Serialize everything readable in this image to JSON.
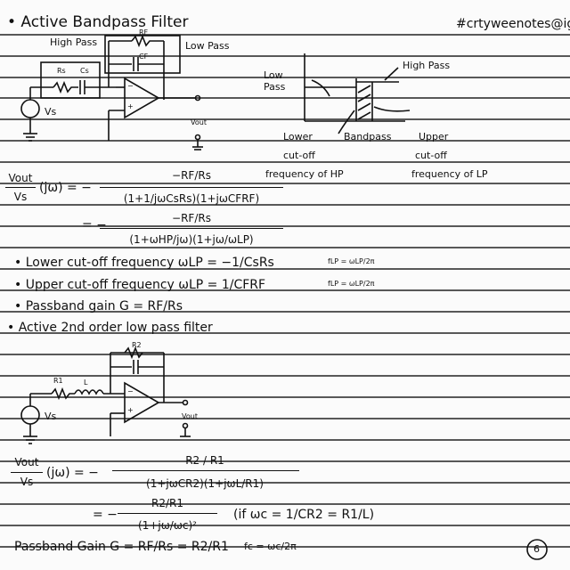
{
  "header": {
    "title": "• Active Bandpass Filter",
    "tag": "#crtyweenotes@ig"
  },
  "circuit1": {
    "high_pass": "High Pass",
    "low_pass": "Low Pass",
    "rf": "RF",
    "cf": "CF",
    "rs": "Rs",
    "cs": "Cs",
    "vs": "Vs",
    "vout": "Vout",
    "minus": "−",
    "plus": "+"
  },
  "bode": {
    "low_pass": "Low\nPass",
    "high_pass": "High Pass",
    "lower": "Lower",
    "cutoff1": "cut-off",
    "freq_hp": "frequency of HP",
    "bandpass": "Bandpass",
    "upper": "Upper",
    "cutoff2": "cut-off",
    "freq_lp": "frequency of LP"
  },
  "eq1": {
    "lhs_num": "Vout",
    "lhs_den": "Vs",
    "jw": "(jω) = −",
    "num1": "−RF/Rs",
    "den1": "(1+1/jωCsRs)(1+jωCFRF)",
    "eq2": "= −",
    "num2": "−RF/Rs",
    "den2": "(1+ωHP/jω)(1+jω/ωLP)"
  },
  "bullets": {
    "lower": "• Lower cut-off frequency ωLP = −1/CsRs",
    "lower_f": "fLP = ωLP/2π",
    "upper": "• Upper cut-off frequency ωLP = 1/CFRF",
    "upper_f": "fLP = ωLP/2π",
    "gain": "• Passband gain G = RF/Rs"
  },
  "section2": {
    "title": "• Active 2nd order low pass filter"
  },
  "circuit2": {
    "r2": "R2",
    "r1": "R1",
    "l": "L",
    "vs": "Vs",
    "vout": "Vout",
    "minus": "−",
    "plus": "+"
  },
  "eq2": {
    "lhs_num": "Vout",
    "lhs_den": "Vs",
    "jw": "(jω) = −",
    "num1": "R2 / R1",
    "den1": "(1+jωCR2)(1+jωL/R1)",
    "eq": "= −",
    "num2": "R2/R1",
    "den2": "(1+jω/ωc)²",
    "cond": "(if ωc = 1/CR2 = R1/L)"
  },
  "footer": {
    "gain": "Passband Gain G = RF/Rs = R2/R1",
    "fc": "fc = ωc/2π",
    "page": "6"
  }
}
